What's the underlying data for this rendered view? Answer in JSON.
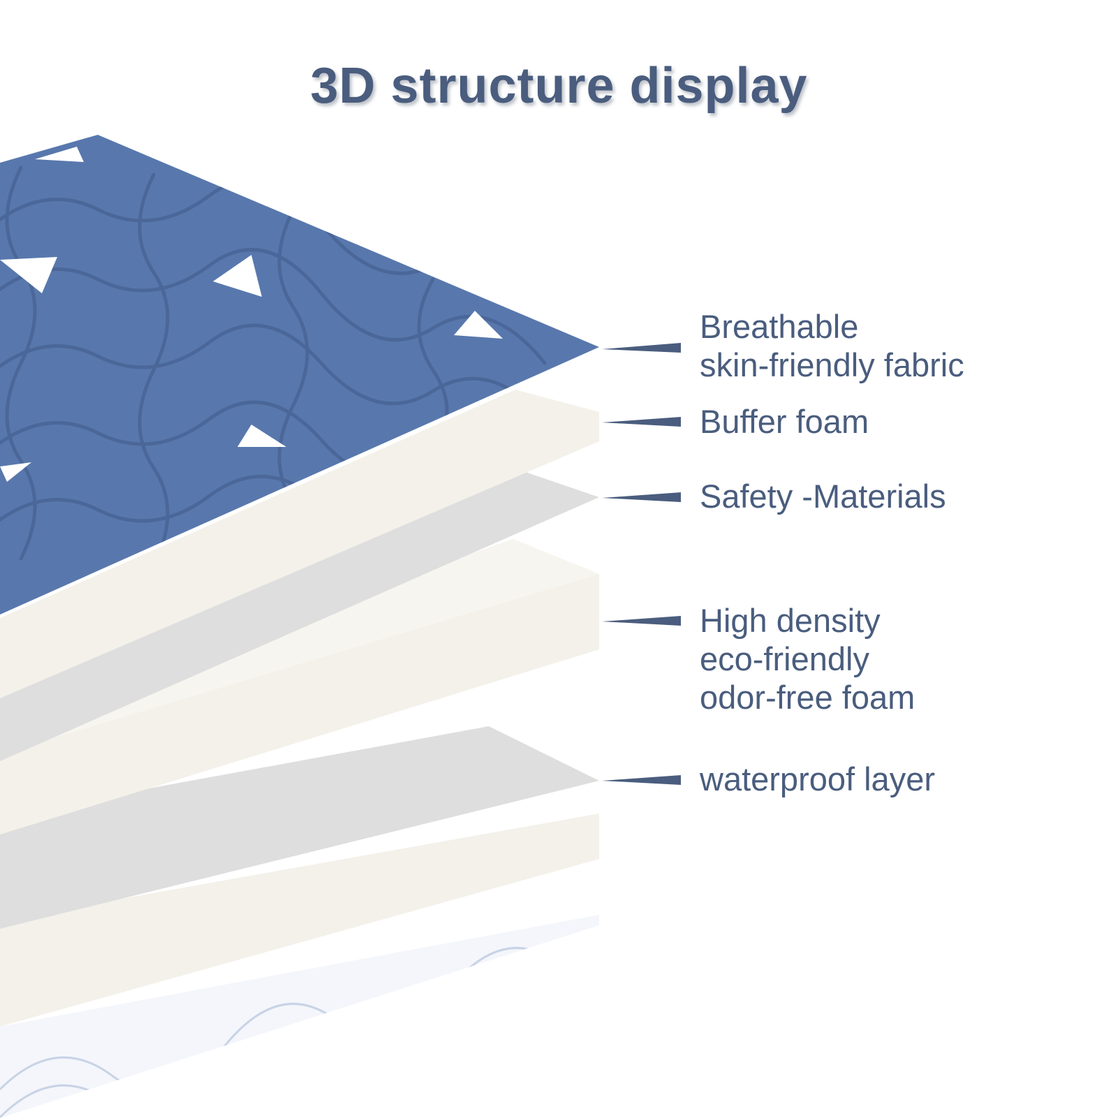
{
  "title": "3D structure display",
  "colors": {
    "accent": "#4a5d7e",
    "fabric_blue": "#5878ad",
    "foam_white": "#f3f1ea",
    "layer_gray": "#dedede",
    "bottom_quilt": "#f4f6fb"
  },
  "layers": [
    {
      "id": "fabric",
      "lines": [
        "Breathable",
        "skin-friendly fabric"
      ]
    },
    {
      "id": "buffer",
      "lines": [
        "Buffer foam"
      ]
    },
    {
      "id": "safety",
      "lines": [
        "Safety -Materials"
      ]
    },
    {
      "id": "highdensity",
      "lines": [
        "High density",
        "eco-friendly",
        "odor-free foam"
      ]
    },
    {
      "id": "waterproof",
      "lines": [
        "waterproof layer"
      ]
    }
  ]
}
